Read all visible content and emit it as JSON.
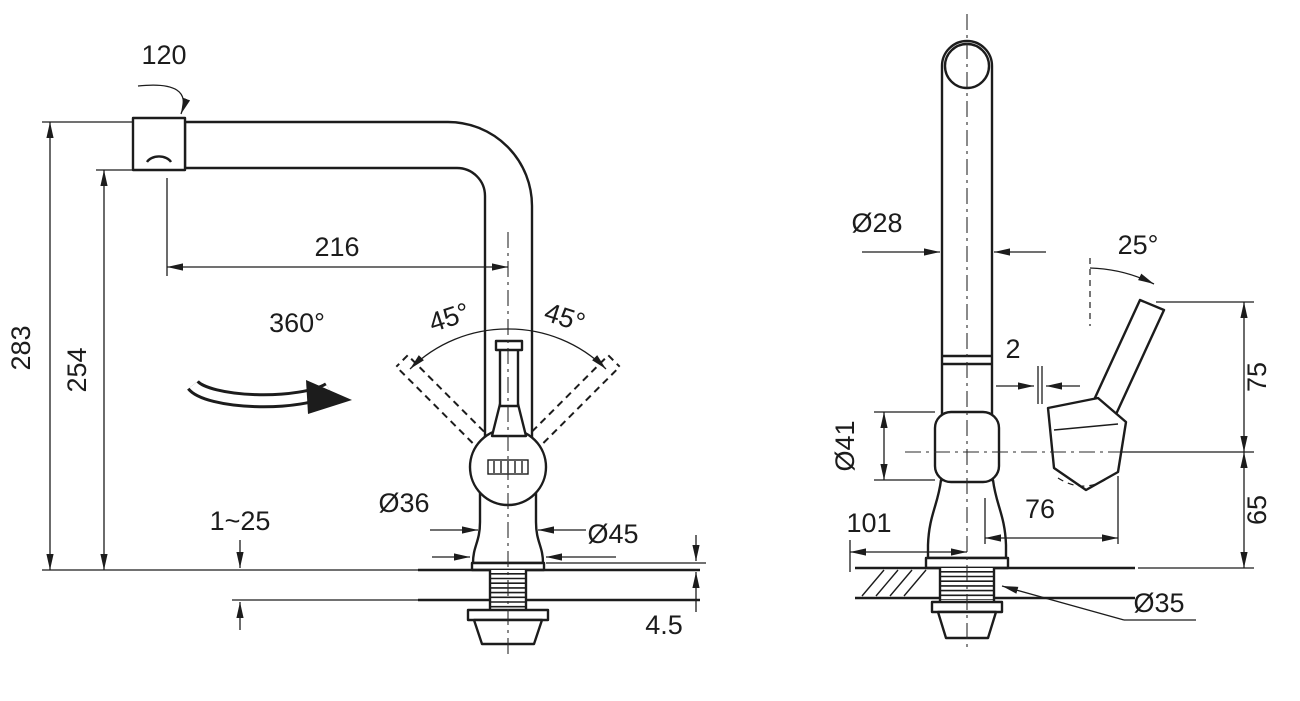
{
  "drawing": {
    "front": {
      "swivel_angle": "120",
      "reach": "216",
      "total_height": "283",
      "spout_height": "254",
      "rotation": "360°",
      "handle_angle_left": "45°",
      "handle_angle_right": "45°",
      "neck_diameter": "Ø36",
      "base_diameter": "Ø45",
      "mount_thickness": "1~25",
      "base_plate_height": "4.5"
    },
    "side": {
      "spout_tube_diameter": "Ø28",
      "handle_tilt": "25°",
      "handle_offset": "2",
      "handle_length": "75",
      "body_diameter": "Ø41",
      "body_height": "65",
      "base_depth": "101",
      "handle_reach": "76",
      "shank_diameter": "Ø35"
    }
  },
  "colors": {
    "ink": "#1c1c1c",
    "background": "#ffffff"
  }
}
